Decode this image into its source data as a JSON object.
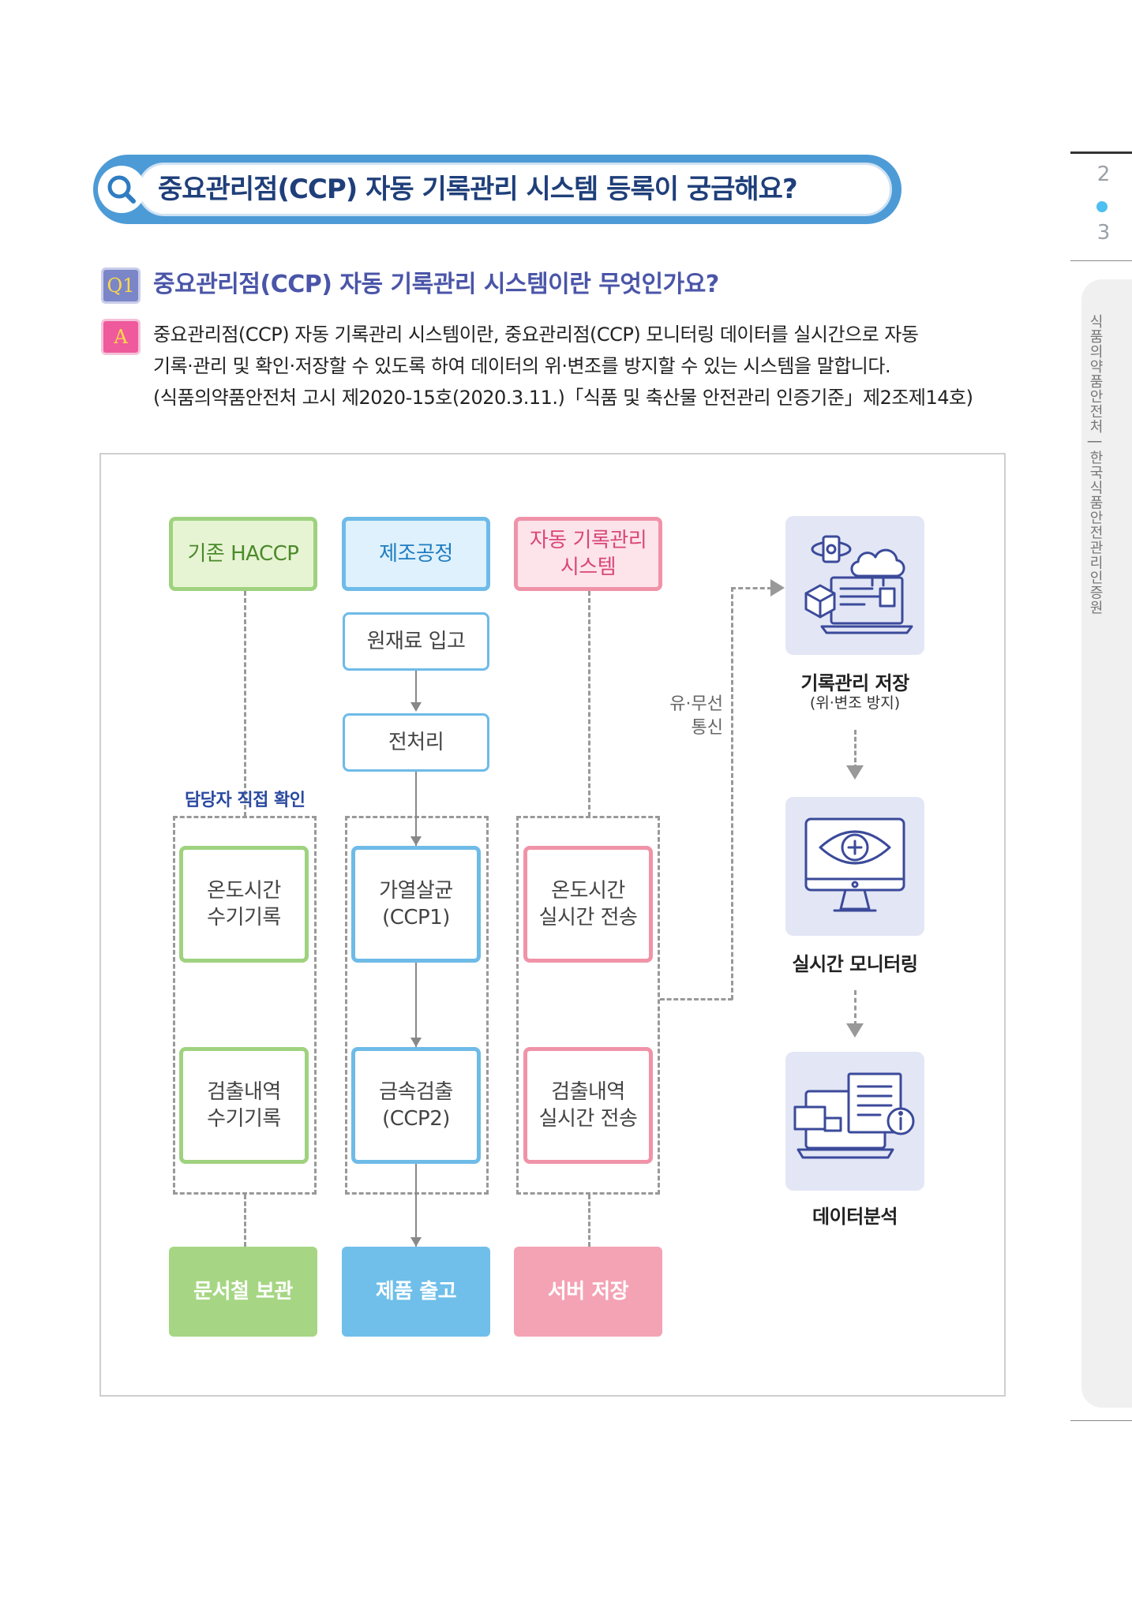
{
  "header": {
    "title": "중요관리점(CCP) 자동 기록관리 시스템 등록이 궁금해요?"
  },
  "side_nav": {
    "pages": [
      "2",
      "3"
    ],
    "tab_text": "식품의약품안전처 | 한국식품안전관리인증원"
  },
  "qa": {
    "q_badge": "Q1",
    "question": "중요관리점(CCP) 자동 기록관리 시스템이란 무엇인가요?",
    "a_badge": "A",
    "answer_lines": [
      "중요관리점(CCP) 자동 기록관리 시스템이란, 중요관리점(CCP) 모니터링 데이터를 실시간으로 자동",
      "기록·관리 및 확인·저장할 수 있도록 하여 데이터의 위·변조를 방지할 수 있는 시스템을 말합니다.",
      "(식품의약품안전처 고시 제2020-15호(2020.3.11.)「식품 및 축산물 안전관리 인증기준」제2조제14호)"
    ]
  },
  "diagram": {
    "col_haccp": {
      "head": "기존 HACCP",
      "group_label": "담당자 직접 확인",
      "box1": [
        "온도시간",
        "수기기록"
      ],
      "box2": [
        "검출내역",
        "수기기록"
      ],
      "result": "문서철 보관"
    },
    "col_process": {
      "head": "제조공정",
      "step1": "원재료 입고",
      "step2": "전처리",
      "box1": [
        "가열살균",
        "(CCP1)"
      ],
      "box2": [
        "금속검출",
        "(CCP2)"
      ],
      "result": "제품 출고"
    },
    "col_auto": {
      "head": [
        "자동 기록관리",
        "시스템"
      ],
      "box1": [
        "온도시간",
        "실시간 전송"
      ],
      "box2": [
        "검출내역",
        "실시간 전송"
      ],
      "result": "서버 저장"
    },
    "comm_label": [
      "유·무선",
      "통신"
    ],
    "right_flow": {
      "tile1_icon": "cloud-laptop-icon",
      "tile1_caption": "기록관리 저장",
      "tile1_sub": "(위·변조 방지)",
      "tile2_icon": "monitor-eye-icon",
      "tile2_caption": "실시간 모니터링",
      "tile3_icon": "data-analysis-icon",
      "tile3_caption": "데이터분석"
    }
  },
  "colors": {
    "banner": "#4d9bd6",
    "green": "#9fd27f",
    "blue": "#6ebbe8",
    "pink": "#f093a8",
    "icon_stroke": "#3b4a9a"
  }
}
